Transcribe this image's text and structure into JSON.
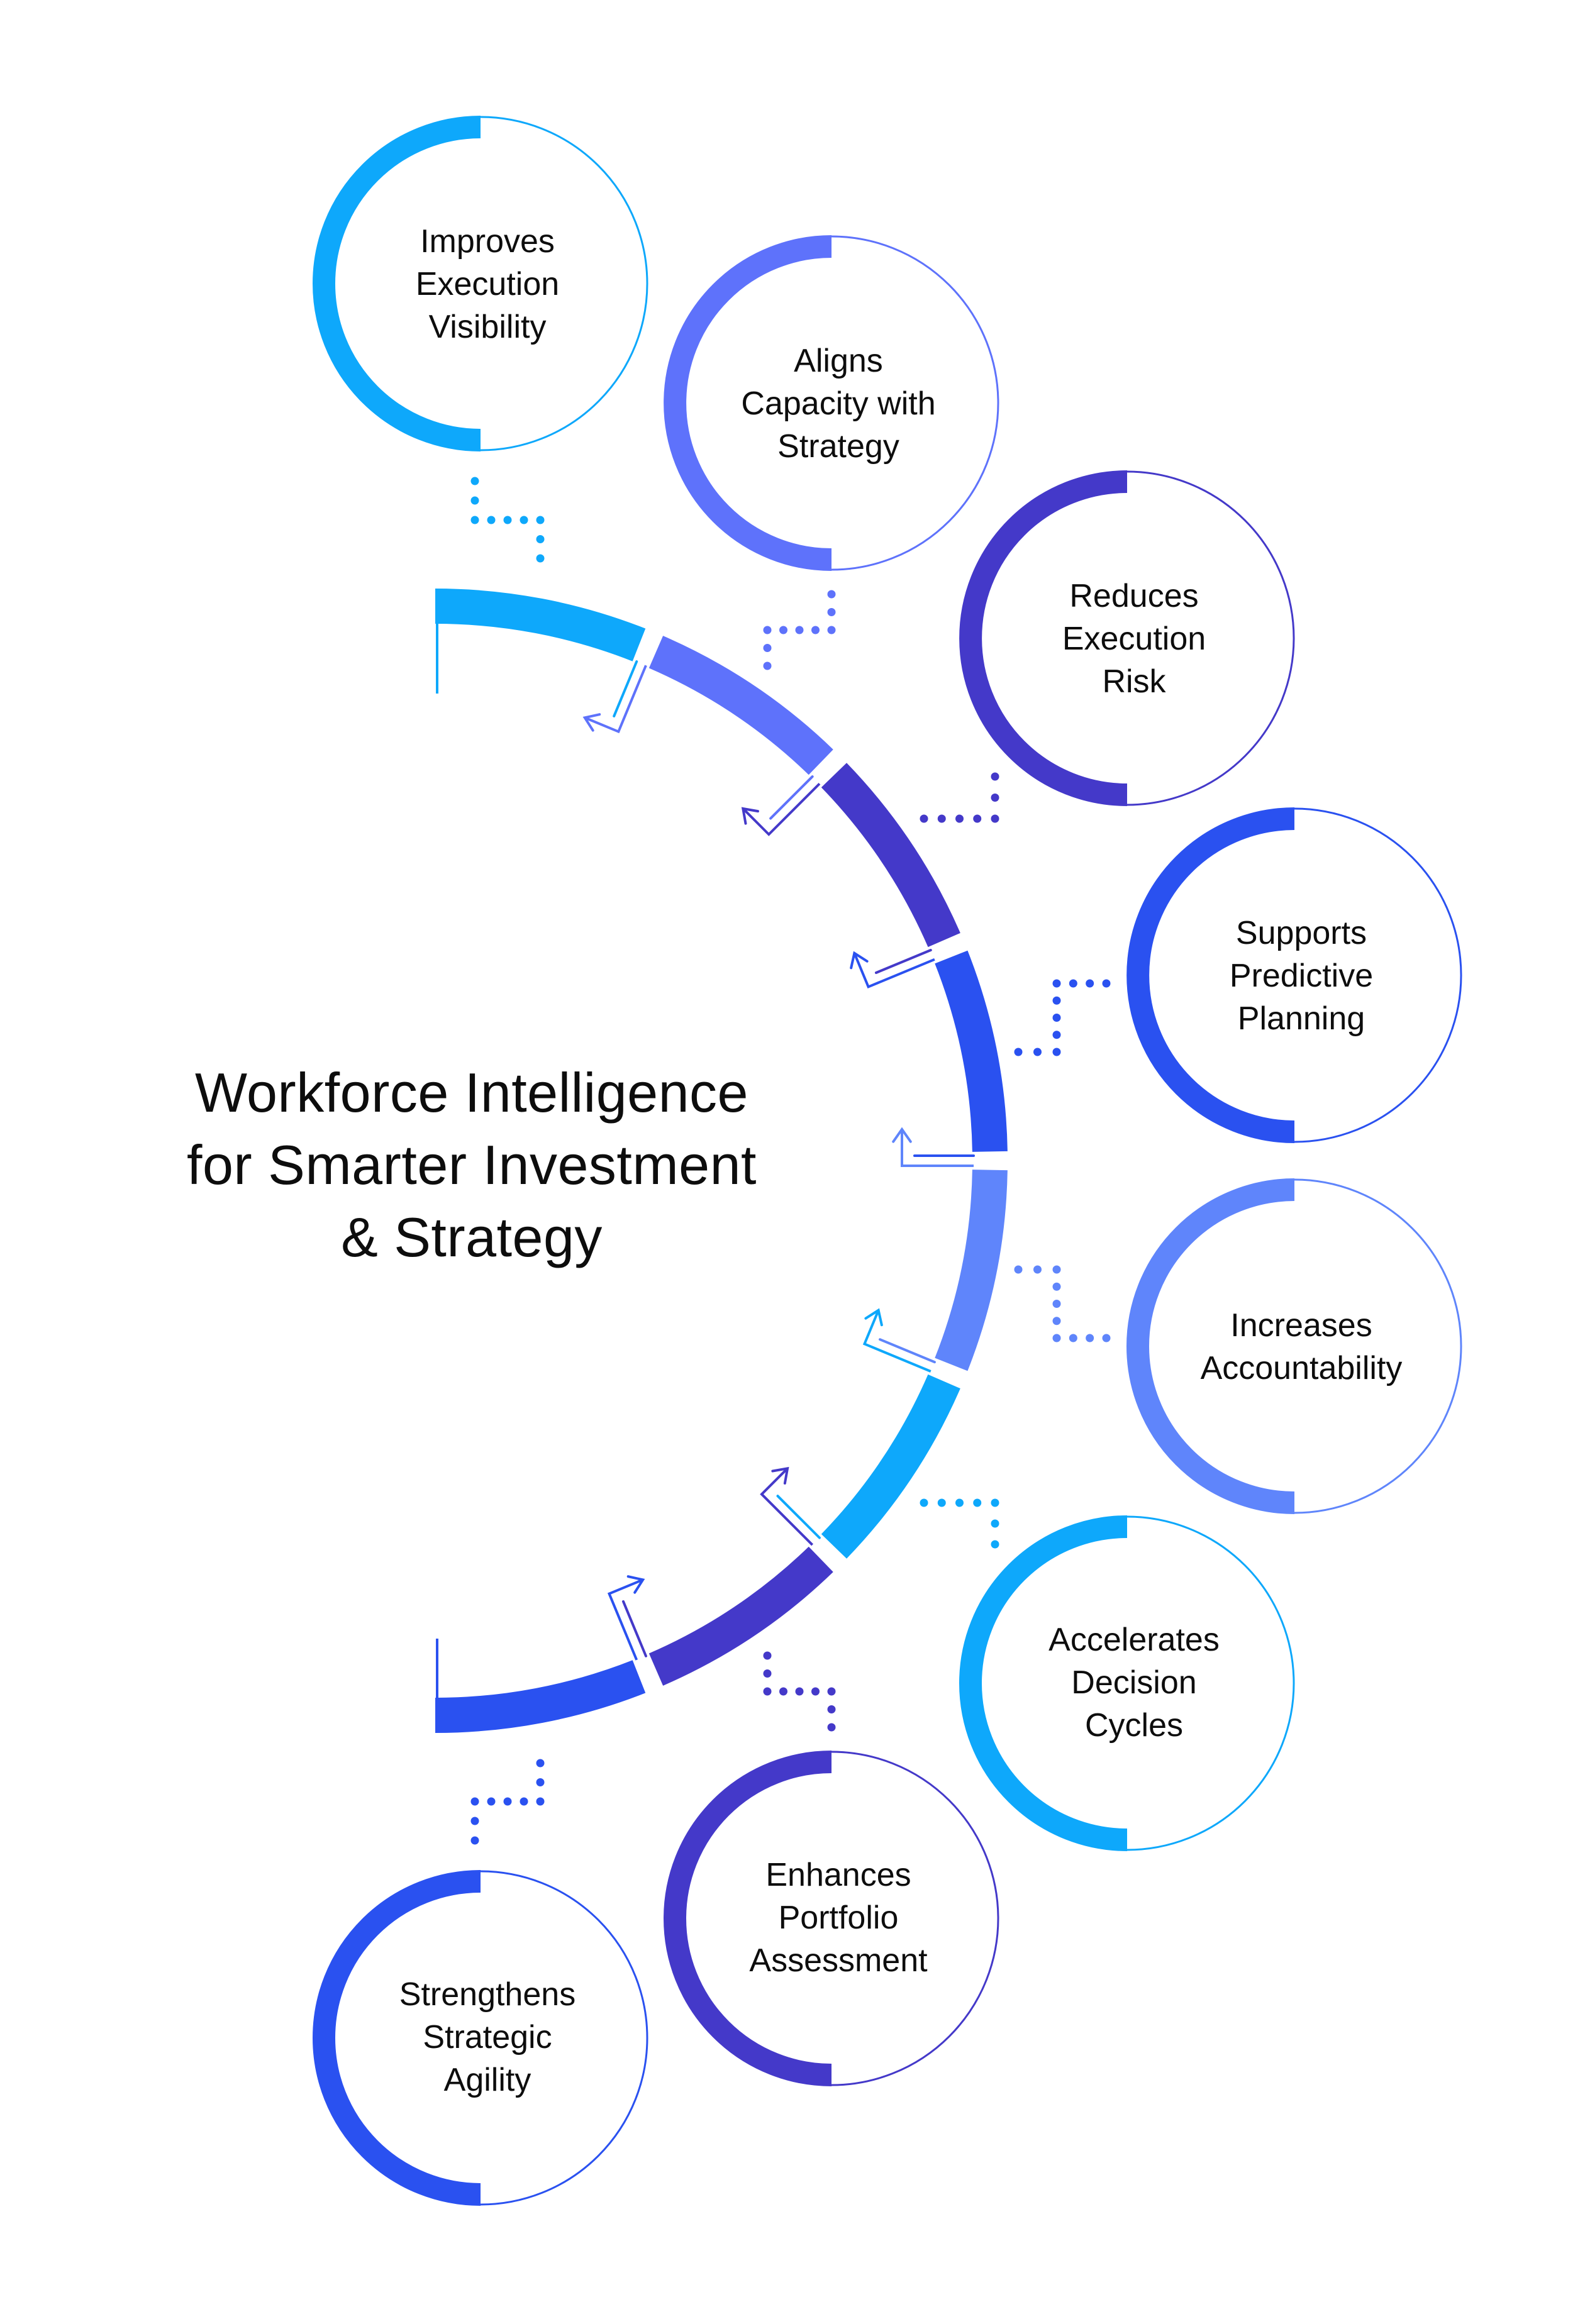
{
  "title": {
    "lines": [
      "Workforce Intelligence",
      "for Smarter Investment",
      "& Strategy"
    ]
  },
  "colors": {
    "cyan": "#0EA8FB",
    "periwinkle": "#5E72FB",
    "indigo": "#4439C9",
    "blue": "#2A51F0",
    "light_periwinkle": "#5F85FB",
    "text": "#0D0D0D",
    "background": "#FFFFFF"
  },
  "arc": {
    "segments": [
      {
        "color": "#0EA8FB"
      },
      {
        "color": "#5E72FB"
      },
      {
        "color": "#4439C9"
      },
      {
        "color": "#2A51F0"
      },
      {
        "color": "#5F85FB"
      },
      {
        "color": "#0EA8FB"
      },
      {
        "color": "#4439C9"
      },
      {
        "color": "#2A51F0"
      }
    ]
  },
  "nodes": [
    {
      "id": "improves-execution-visibility",
      "lines": [
        "Improves",
        "Execution",
        "Visibility"
      ],
      "color": "#0EA8FB"
    },
    {
      "id": "aligns-capacity-with-strategy",
      "lines": [
        "Aligns",
        "Capacity with",
        "Strategy"
      ],
      "color": "#5E72FB"
    },
    {
      "id": "reduces-execution-risk",
      "lines": [
        "Reduces",
        "Execution",
        "Risk"
      ],
      "color": "#4439C9"
    },
    {
      "id": "supports-predictive-planning",
      "lines": [
        "Supports",
        "Predictive",
        "Planning"
      ],
      "color": "#2A51F0"
    },
    {
      "id": "increases-accountability",
      "lines": [
        "Increases",
        "Accountability"
      ],
      "color": "#5F85FB"
    },
    {
      "id": "accelerates-decision-cycles",
      "lines": [
        "Accelerates",
        "Decision",
        "Cycles"
      ],
      "color": "#0EA8FB"
    },
    {
      "id": "enhances-portfolio-assessment",
      "lines": [
        "Enhances",
        "Portfolio",
        "Assessment"
      ],
      "color": "#4439C9"
    },
    {
      "id": "strengthens-strategic-agility",
      "lines": [
        "Strengthens",
        "Strategic",
        "Agility"
      ],
      "color": "#2A51F0"
    }
  ]
}
